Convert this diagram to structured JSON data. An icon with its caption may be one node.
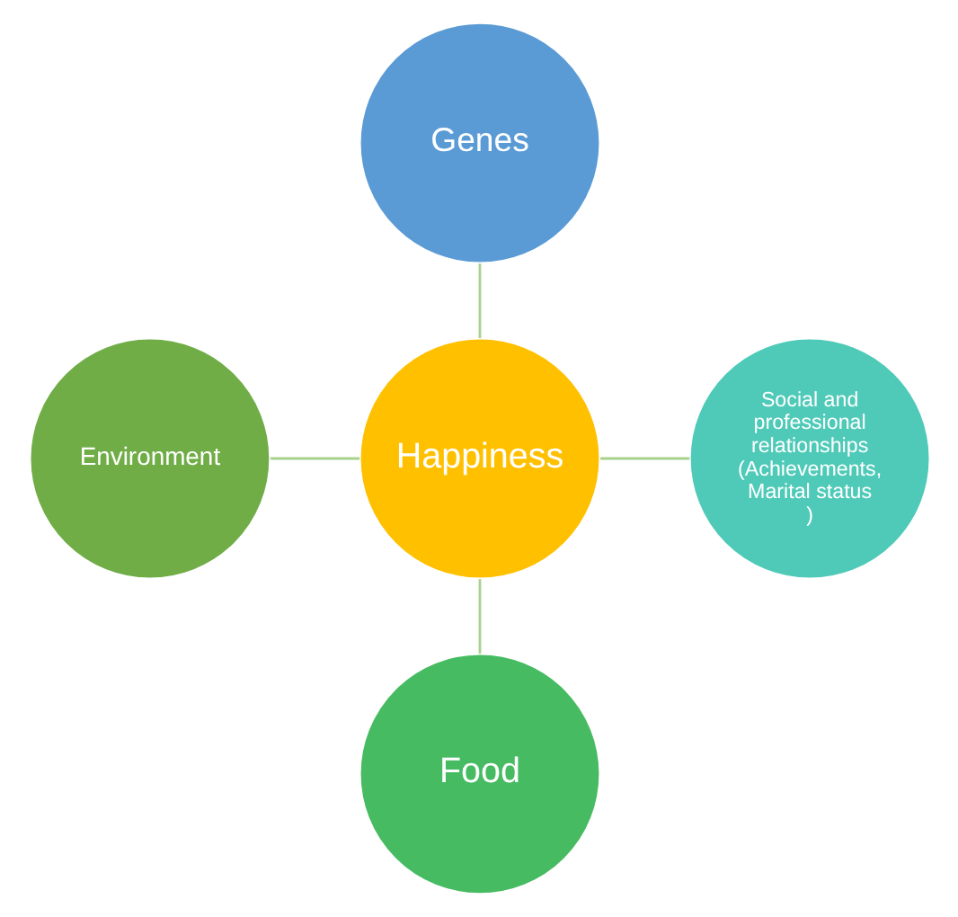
{
  "diagram": {
    "nodes": [
      {
        "text": [
          "Genes"
        ]
      },
      {
        "text": [
          "Environment"
        ]
      },
      {
        "text": [
          "Happiness"
        ]
      },
      {
        "text": [
          "Social and professional relationships (Achievements, Marital status )"
        ]
      },
      {
        "text": [
          "Food"
        ]
      }
    ],
    "edges": [
      {
        "from": 0,
        "to": 2,
        "arrow": "none"
      },
      {
        "from": 1,
        "to": 2,
        "arrow": "none"
      },
      {
        "from": 2,
        "to": 3,
        "arrow": "none"
      },
      {
        "from": 2,
        "to": 4,
        "arrow": "none"
      }
    ]
  }
}
